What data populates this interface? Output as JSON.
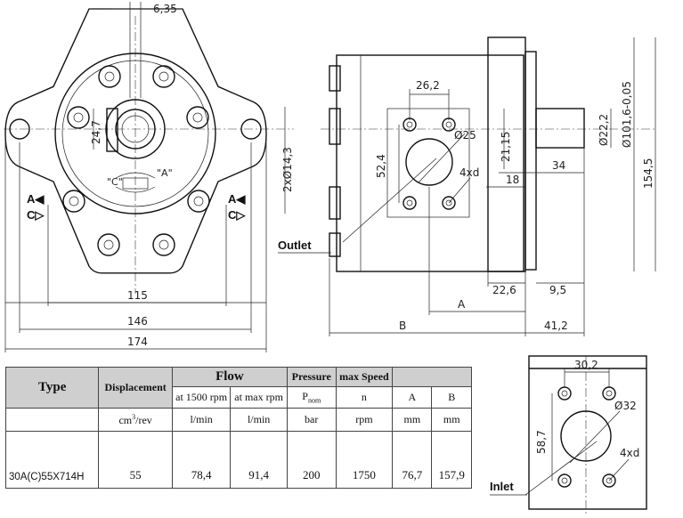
{
  "front_view": {
    "dim_top": "6,35",
    "dim_bore": "24,7",
    "dim_holes": "2xØ14,3",
    "dim_115": "115",
    "dim_146": "146",
    "dim_174": "174",
    "label_a_left": "A◀",
    "label_c_left": "C▷",
    "label_a_right": "A◀",
    "label_c_right": "C▷",
    "rot_c": "\"C\"",
    "rot_a": "\"A\""
  },
  "side_view": {
    "dim_26_2": "26,2",
    "dim_25": "Ø25",
    "dim_52_4": "52,4",
    "dim_4xd": "4xd",
    "dim_21_15": "21,15",
    "dim_18": "18",
    "dim_34": "34",
    "dim_22_2": "Ø22,2",
    "dim_101_6": "Ø101,6-0,05",
    "dim_154_5": "154,5",
    "dim_22_6": "22,6",
    "dim_9_5": "9,5",
    "dim_A": "A",
    "dim_B": "B",
    "dim_41_2": "41,2",
    "outlet": "Outlet"
  },
  "inlet_view": {
    "dim_30_2": "30,2",
    "dim_32": "Ø32",
    "dim_58_7": "58,7",
    "dim_4xd": "4xd",
    "inlet": "Inlet"
  },
  "table": {
    "h_type": "Type",
    "h_displacement": "Displacement",
    "h_flow": "Flow",
    "h_pressure": "Pressure",
    "h_max_speed": "max Speed",
    "h_flow_1500": "at 1500 rpm",
    "h_flow_max": "at max rpm",
    "h_pnom": "P",
    "h_pnom_sub": "nom",
    "h_n": "n",
    "h_A": "A",
    "h_B": "B",
    "u_disp": "cm",
    "u_disp_sup": "3",
    "u_disp_tail": "/rev",
    "u_flow1": "l/min",
    "u_flow2": "l/min",
    "u_pressure": "bar",
    "u_speed": "rpm",
    "u_A": "mm",
    "u_B": "mm",
    "row": {
      "type": "30A(C)55X714H",
      "displacement": "55",
      "flow_1500": "78,4",
      "flow_max": "91,4",
      "pressure": "200",
      "speed": "1750",
      "A": "76,7",
      "B": "157,9"
    }
  }
}
